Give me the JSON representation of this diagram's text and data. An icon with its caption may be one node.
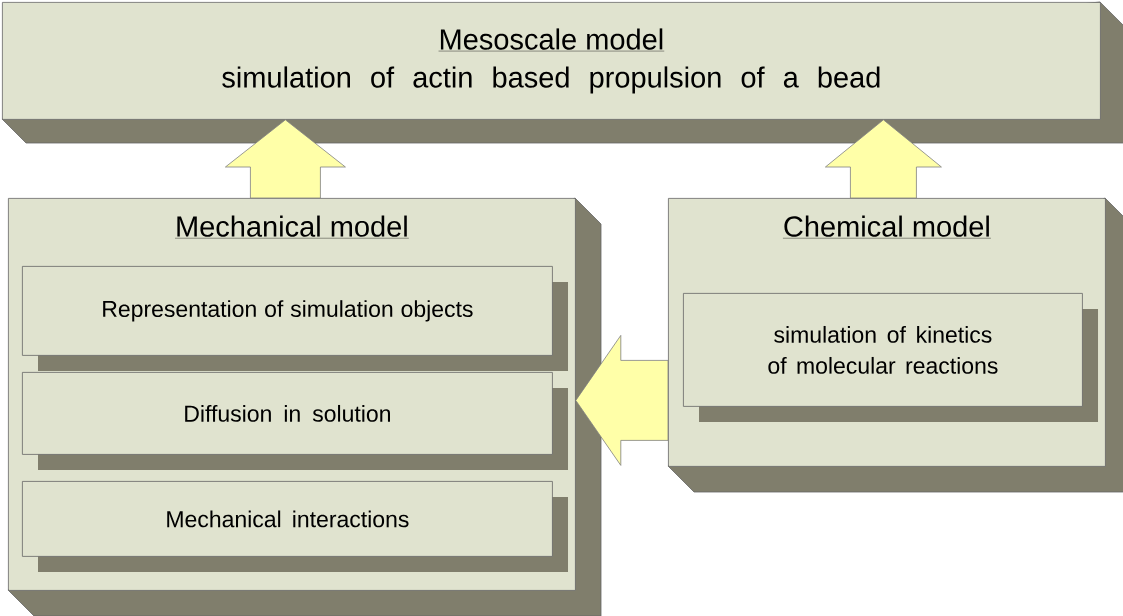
{
  "diagram": {
    "nodes": [
      {
        "text": [
          "Mesoscale model",
          "simulation of actin based propulsion of a bead"
        ]
      },
      {
        "text": [
          "Mechanical model"
        ]
      },
      {
        "text": [
          "Representation of simulation objects"
        ],
        "in": 1
      },
      {
        "text": [
          "Diffusion in solution"
        ],
        "in": 1
      },
      {
        "text": [
          "Mechanical interactions"
        ],
        "in": 1
      },
      {
        "text": [
          "Chemical model"
        ]
      },
      {
        "text": [
          "simulation of kinetics of molecular reactions"
        ],
        "in": 5
      }
    ],
    "edges": [
      {
        "from": 1,
        "to": 0,
        "arrow": "to"
      },
      {
        "from": 5,
        "to": 0,
        "arrow": "to"
      },
      {
        "from": 5,
        "to": 1,
        "arrow": "to"
      }
    ]
  }
}
